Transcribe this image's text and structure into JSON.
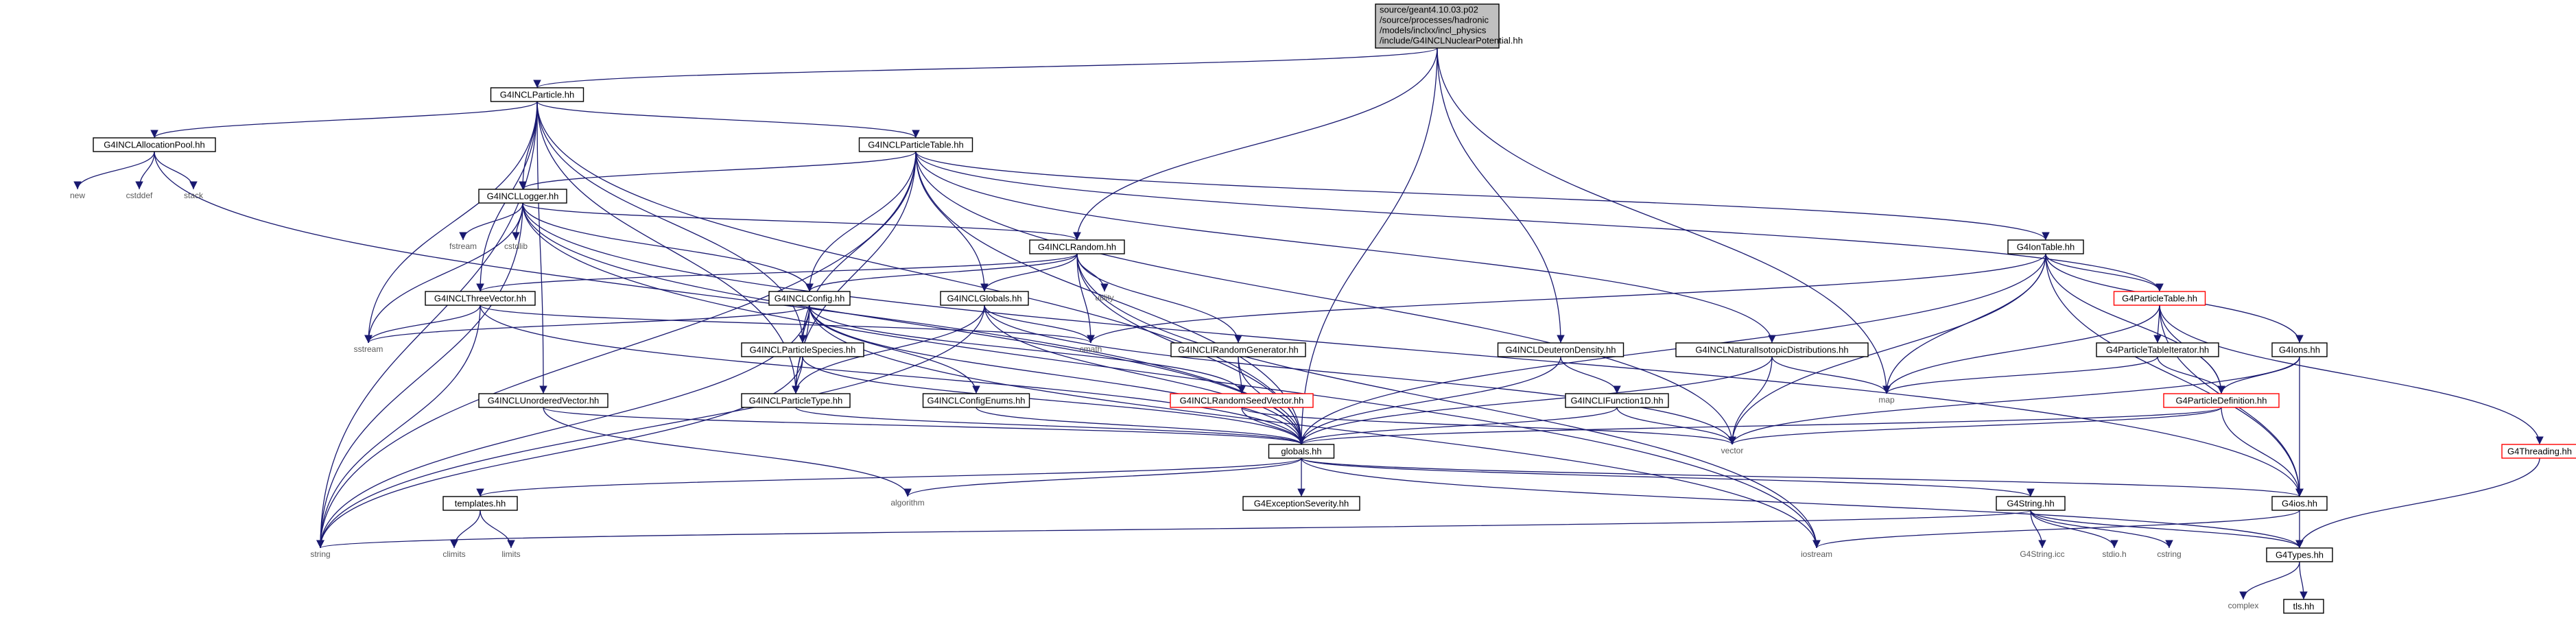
{
  "diagram": {
    "colors": {
      "edge": "#191970",
      "box_border": "#000000",
      "box_border_red": "#ff0000",
      "root_fill": "#bfbfbf",
      "plain_text": "#5a5a5a"
    },
    "root": {
      "label_lines": [
        "source/geant4.10.03.p02",
        "/source/processes/hadronic",
        "/models/inclxx/incl_physics",
        "/include/G4INCLNuclearPotential.hh"
      ]
    },
    "nodes": {
      "G4INCLParticle": "G4INCLParticle.hh",
      "G4INCLAllocationPool": "G4INCLAllocationPool.hh",
      "G4INCLParticleTable": "G4INCLParticleTable.hh",
      "G4INCLLogger": "G4INCLLogger.hh",
      "G4INCLRandom": "G4INCLRandom.hh",
      "G4IonTable": "G4IonTable.hh",
      "G4INCLThreeVector": "G4INCLThreeVector.hh",
      "G4INCLConfig": "G4INCLConfig.hh",
      "G4INCLGlobals": "G4INCLGlobals.hh",
      "G4ParticleTable": "G4ParticleTable.hh",
      "G4INCLParticleSpecies": "G4INCLParticleSpecies.hh",
      "G4INCLRandomGenerator": "G4INCLIRandomGenerator.hh",
      "G4INCLDeuteronDensity": "G4INCLDeuteronDensity.hh",
      "G4INCLNaturalIsotopicDistributions": "G4INCLNaturalIsotopicDistributions.hh",
      "G4ParticleTableIterator": "G4ParticleTableIterator.hh",
      "G4Ions": "G4Ions.hh",
      "G4INCLUnorderedVector": "G4INCLUnorderedVector.hh",
      "G4INCLParticleType": "G4INCLParticleType.hh",
      "G4INCLConfigEnums": "G4INCLConfigEnums.hh",
      "G4INCLRandomSeedVector": "G4INCLRandomSeedVector.hh",
      "G4INCLIFunction1D": "G4INCLIFunction1D.hh",
      "G4ParticleDefinition": "G4ParticleDefinition.hh",
      "globals": "globals.hh",
      "G4Threading": "G4Threading.hh",
      "templates": "templates.hh",
      "G4ExceptionSeverity": "G4ExceptionSeverity.hh",
      "G4String": "G4String.hh",
      "G4ios": "G4ios.hh",
      "G4Types": "G4Types.hh",
      "tls": "tls.hh",
      "new": "new",
      "cstddef": "cstddef",
      "stack": "stack",
      "fstream": "fstream",
      "cstdlib": "cstdlib",
      "utility": "utility",
      "sstream": "sstream",
      "cmath": "cmath",
      "map": "map",
      "vector": "vector",
      "algorithm": "algorithm",
      "string": "string",
      "climits": "climits",
      "limits": "limits",
      "iostream": "iostream",
      "G4String_icc": "G4String.icc",
      "stdio": "stdio.h",
      "cstring": "cstring",
      "complex": "complex"
    }
  }
}
